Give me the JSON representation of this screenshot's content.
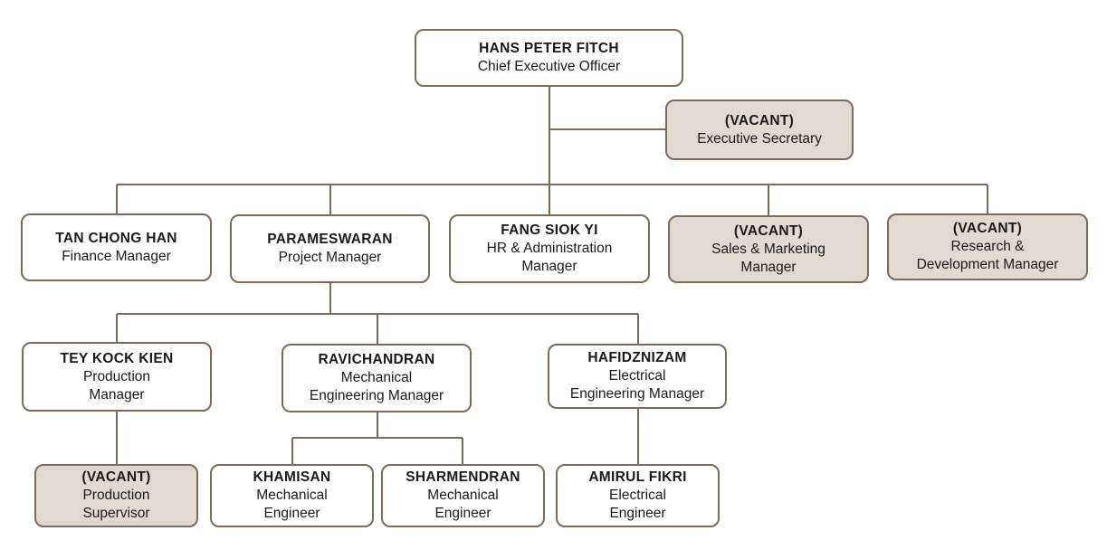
{
  "colors": {
    "vacant_fill": "#e2d9d0",
    "border": "#7a6b5a",
    "line": "#7a6b5a"
  },
  "nodes": {
    "ceo": {
      "name": "HANS  PETER  FITCH",
      "title": "Chief  Executive  Officer",
      "vacant": false
    },
    "exec_sec": {
      "name": "(VACANT)",
      "title": "Executive  Secretary",
      "vacant": true
    },
    "finance": {
      "name": "TAN CHONG HAN",
      "title": "Finance Manager",
      "vacant": false
    },
    "project": {
      "name": "PARAMESWARAN",
      "title": "Project Manager",
      "vacant": false
    },
    "hr": {
      "name": "FANG  SIOK  YI",
      "title": "HR  & Administration\nManager",
      "vacant": false
    },
    "sales": {
      "name": "(VACANT)",
      "title": "Sales  & Marketing\nManager",
      "vacant": true
    },
    "rnd": {
      "name": "(VACANT)",
      "title": "Research  &\nDevelopment  Manager",
      "vacant": true
    },
    "prod_mgr": {
      "name": "TEY  KOCK  KIEN",
      "title": "Production\nManager",
      "vacant": false
    },
    "mech_mgr": {
      "name": "RAVICHANDRAN",
      "title": "Mechanical\nEngineering  Manager",
      "vacant": false
    },
    "elec_mgr": {
      "name": "HAFIDZNIZAM",
      "title": "Electrical\nEngineering  Manager",
      "vacant": false
    },
    "prod_sup": {
      "name": "(VACANT)",
      "title": "Production\nSupervisor",
      "vacant": true
    },
    "khamisan": {
      "name": "KHAMISAN",
      "title": "Mechanical\nEngineer",
      "vacant": false
    },
    "sharmendran": {
      "name": "SHARMENDRAN",
      "title": "Mechanical\nEngineer",
      "vacant": false
    },
    "amirul": {
      "name": "AMIRUL  FIKRI",
      "title": "Electrical\nEngineer",
      "vacant": false
    }
  }
}
